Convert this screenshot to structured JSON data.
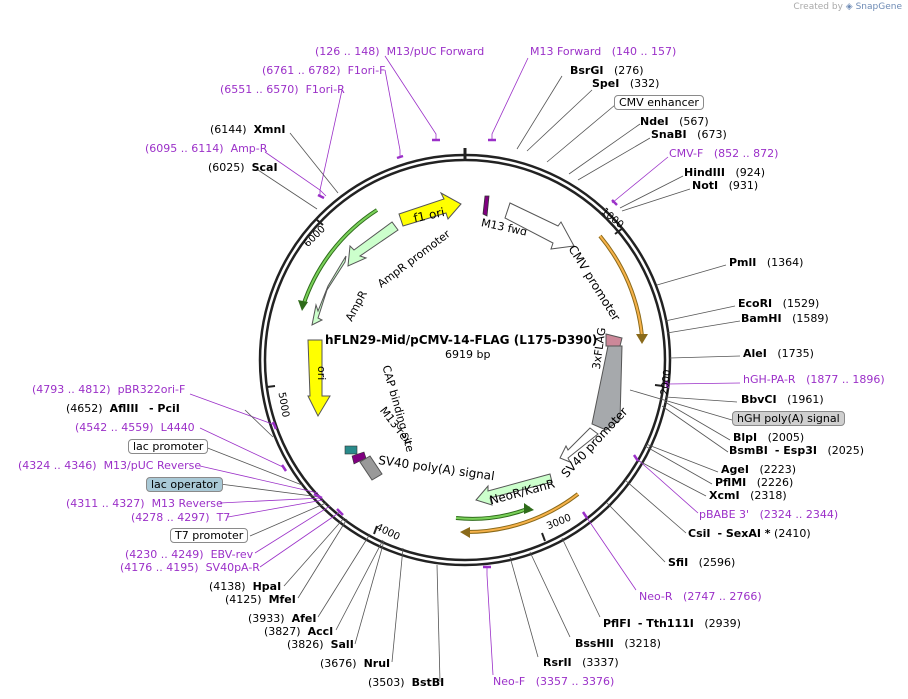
{
  "credit": {
    "prefix": "Created by",
    "brand": "SnapGene"
  },
  "plasmid": {
    "name": "hFLN29-Mid/pCMV-14-FLAG (L175-D390)",
    "size": "6919 bp"
  },
  "ticks": [
    {
      "label": "1000",
      "bp": 1000
    },
    {
      "label": "2000",
      "bp": 2000
    },
    {
      "label": "3000",
      "bp": 3000
    },
    {
      "label": "4000",
      "bp": 4000
    },
    {
      "label": "5000",
      "bp": 5000
    },
    {
      "label": "6000",
      "bp": 6000
    }
  ],
  "features": [
    {
      "name": "f1 ori",
      "color": "#ffff00"
    },
    {
      "name": "M13 fwd",
      "color": "#800080"
    },
    {
      "name": "CMV promoter",
      "color": "#ffffff"
    },
    {
      "name": "AmpR promoter",
      "color": "#ccffcc"
    },
    {
      "name": "AmpR",
      "color": "#ccffcc"
    },
    {
      "name": "ori",
      "color": "#ffff00"
    },
    {
      "name": "CAP binding site",
      "color": "#2a8b8b"
    },
    {
      "name": "M13 rev",
      "color": "#800080"
    },
    {
      "name": "SV40 poly(A) signal",
      "color": "#999999"
    },
    {
      "name": "3xFLAG",
      "color": "#cc8899"
    },
    {
      "name": "SV40 promoter",
      "color": "#ffffff"
    },
    {
      "name": "NeoR/KanR",
      "color": "#ccffcc"
    }
  ],
  "labels": [
    {
      "id": "m13puc-fwd",
      "range": "(126 .. 148)",
      "text": "M13/pUC Forward",
      "type": "primer"
    },
    {
      "id": "m13-forward",
      "text": "M13 Forward",
      "range": "(140 .. 157)",
      "type": "primer"
    },
    {
      "id": "bsrgi",
      "text": "BsrGI",
      "pos": "(276)",
      "type": "enzyme"
    },
    {
      "id": "f1ori-f",
      "range": "(6761 .. 6782)",
      "text": "F1ori-F",
      "type": "primer"
    },
    {
      "id": "spei",
      "text": "SpeI",
      "pos": "(332)",
      "type": "enzyme"
    },
    {
      "id": "f1ori-r",
      "range": "(6551 .. 6570)",
      "text": "F1ori-R",
      "type": "primer"
    },
    {
      "id": "cmv-enhancer",
      "text": "CMV enhancer",
      "type": "boxed"
    },
    {
      "id": "xmni",
      "pos": "(6144)",
      "text": "XmnI",
      "type": "enzyme"
    },
    {
      "id": "ndei",
      "text": "NdeI",
      "pos": "(567)",
      "type": "enzyme"
    },
    {
      "id": "snabi",
      "text": "SnaBI",
      "pos": "(673)",
      "type": "enzyme"
    },
    {
      "id": "amp-r",
      "range": "(6095 .. 6114)",
      "text": "Amp-R",
      "type": "primer"
    },
    {
      "id": "cmv-f",
      "text": "CMV-F",
      "range": "(852 .. 872)",
      "type": "primer"
    },
    {
      "id": "scai",
      "pos": "(6025)",
      "text": "ScaI",
      "type": "enzyme"
    },
    {
      "id": "hindiii",
      "text": "HindIII",
      "pos": "(924)",
      "type": "enzyme"
    },
    {
      "id": "noti",
      "text": "NotI",
      "pos": "(931)",
      "type": "enzyme"
    },
    {
      "id": "pmli",
      "text": "PmlI",
      "pos": "(1364)",
      "type": "enzyme"
    },
    {
      "id": "ecori",
      "text": "EcoRI",
      "pos": "(1529)",
      "type": "enzyme"
    },
    {
      "id": "bamhi",
      "text": "BamHI",
      "pos": "(1589)",
      "type": "enzyme"
    },
    {
      "id": "alei",
      "text": "AleI",
      "pos": "(1735)",
      "type": "enzyme"
    },
    {
      "id": "hgh-pa-r",
      "text": "hGH-PA-R",
      "range": "(1877 .. 1896)",
      "type": "primer"
    },
    {
      "id": "bbvci",
      "text": "BbvCI",
      "pos": "(1961)",
      "type": "enzyme"
    },
    {
      "id": "hgh-polya",
      "text": "hGH poly(A) signal",
      "type": "boxed-gray"
    },
    {
      "id": "blpi",
      "text": "BlpI",
      "pos": "(2005)",
      "type": "enzyme"
    },
    {
      "id": "bsmbi",
      "text": "BsmBI",
      "extra": "- Esp3I",
      "pos": "(2025)",
      "type": "enzyme"
    },
    {
      "id": "agei",
      "text": "AgeI",
      "pos": "(2223)",
      "type": "enzyme"
    },
    {
      "id": "pflmi",
      "text": "PflMI",
      "pos": "(2226)",
      "type": "enzyme"
    },
    {
      "id": "xcmi",
      "text": "XcmI",
      "pos": "(2318)",
      "type": "enzyme"
    },
    {
      "id": "pbabe3",
      "text": "pBABE 3'",
      "range": "(2324 .. 2344)",
      "type": "primer"
    },
    {
      "id": "csii",
      "text": "CsiI",
      "extra": "- SexAI *",
      "pos": "(2410)",
      "type": "enzyme"
    },
    {
      "id": "sfii",
      "text": "SfiI",
      "pos": "(2596)",
      "type": "enzyme"
    },
    {
      "id": "neo-r",
      "text": "Neo-R",
      "range": "(2747 .. 2766)",
      "type": "primer"
    },
    {
      "id": "pflfi",
      "text": "PflFI",
      "extra": "- Tth111I",
      "pos": "(2939)",
      "type": "enzyme"
    },
    {
      "id": "bsshii",
      "text": "BssHII",
      "pos": "(3218)",
      "type": "enzyme"
    },
    {
      "id": "rsrii",
      "text": "RsrII",
      "pos": "(3337)",
      "type": "enzyme"
    },
    {
      "id": "neo-f",
      "text": "Neo-F",
      "range": "(3357 .. 3376)",
      "type": "primer"
    },
    {
      "id": "pbr322ori-f",
      "range": "(4793 .. 4812)",
      "text": "pBR322ori-F",
      "type": "primer"
    },
    {
      "id": "afliii",
      "pos": "(4652)",
      "text": "AflIII",
      "extra": "- PciI",
      "type": "enzyme"
    },
    {
      "id": "l4440",
      "range": "(4542 .. 4559)",
      "text": "L4440",
      "type": "primer"
    },
    {
      "id": "lac-promoter",
      "text": "lac promoter",
      "type": "boxed"
    },
    {
      "id": "m13puc-rev",
      "range": "(4324 .. 4346)",
      "text": "M13/pUC Reverse",
      "type": "primer"
    },
    {
      "id": "lac-operator",
      "text": "lac operator",
      "type": "boxed-blue"
    },
    {
      "id": "m13-reverse",
      "range": "(4311 .. 4327)",
      "text": "M13 Reverse",
      "type": "primer"
    },
    {
      "id": "t7",
      "range": "(4278 .. 4297)",
      "text": "T7",
      "type": "primer"
    },
    {
      "id": "t7-promoter",
      "text": "T7 promoter",
      "type": "boxed"
    },
    {
      "id": "ebv-rev",
      "range": "(4230 .. 4249)",
      "text": "EBV-rev",
      "type": "primer"
    },
    {
      "id": "sv40pa-r",
      "range": "(4176 .. 4195)",
      "text": "SV40pA-R",
      "type": "primer"
    },
    {
      "id": "hpai",
      "pos": "(4138)",
      "text": "HpaI",
      "type": "enzyme"
    },
    {
      "id": "mfei",
      "pos": "(4125)",
      "text": "MfeI",
      "type": "enzyme"
    },
    {
      "id": "afei",
      "pos": "(3933)",
      "text": "AfeI",
      "type": "enzyme"
    },
    {
      "id": "acci",
      "pos": "(3827)",
      "text": "AccI",
      "type": "enzyme"
    },
    {
      "id": "sali",
      "pos": "(3826)",
      "text": "SalI",
      "type": "enzyme"
    },
    {
      "id": "nrui",
      "pos": "(3676)",
      "text": "NruI",
      "type": "enzyme"
    },
    {
      "id": "bstbi",
      "pos": "(3503)",
      "text": "BstBI",
      "type": "enzyme"
    }
  ]
}
